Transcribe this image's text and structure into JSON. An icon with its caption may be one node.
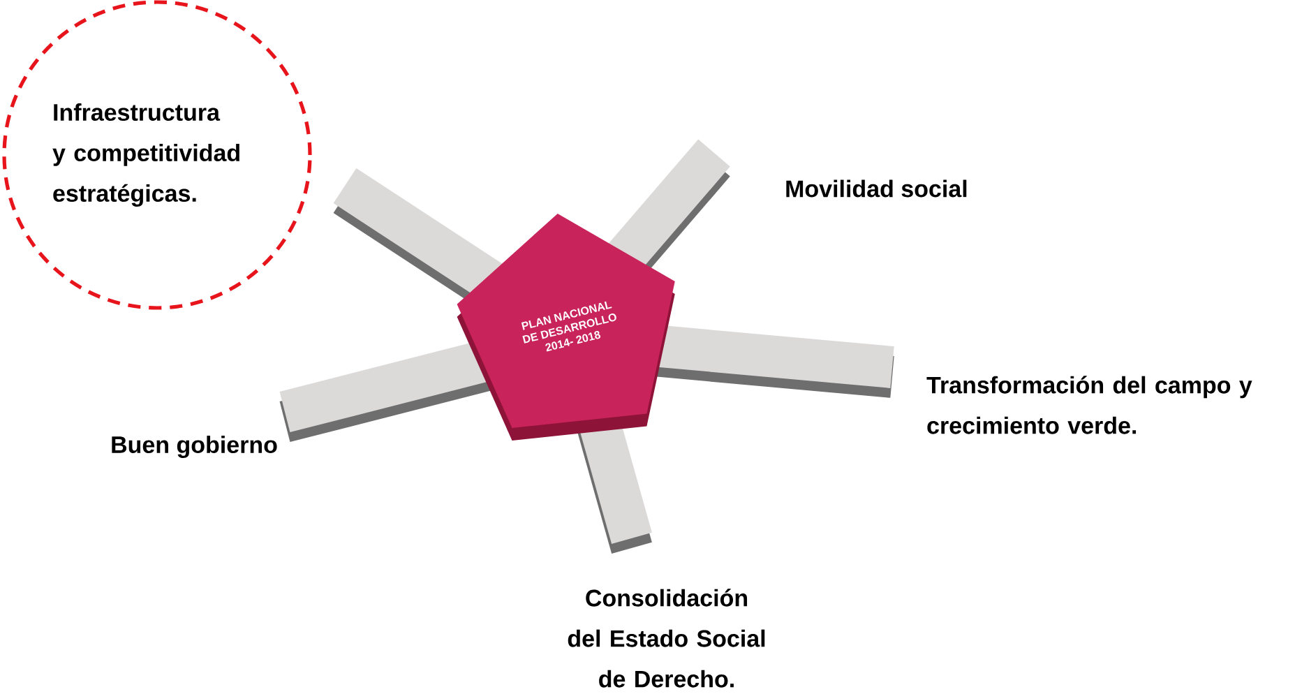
{
  "diagram": {
    "nodes": [
      {
        "text": [
          "PLAN NACIONAL DE DESARROLLO 2014- 2018"
        ]
      },
      {
        "text": [
          "Infraestructura y competitividad estratégicas."
        ]
      },
      {
        "text": [
          "Movilidad social"
        ]
      },
      {
        "text": [
          "Transformación del campo y crecimiento verde."
        ]
      },
      {
        "text": [
          "Consolidación del Estado Social de Derecho."
        ]
      },
      {
        "text": [
          "Buen gobierno"
        ]
      }
    ]
  }
}
